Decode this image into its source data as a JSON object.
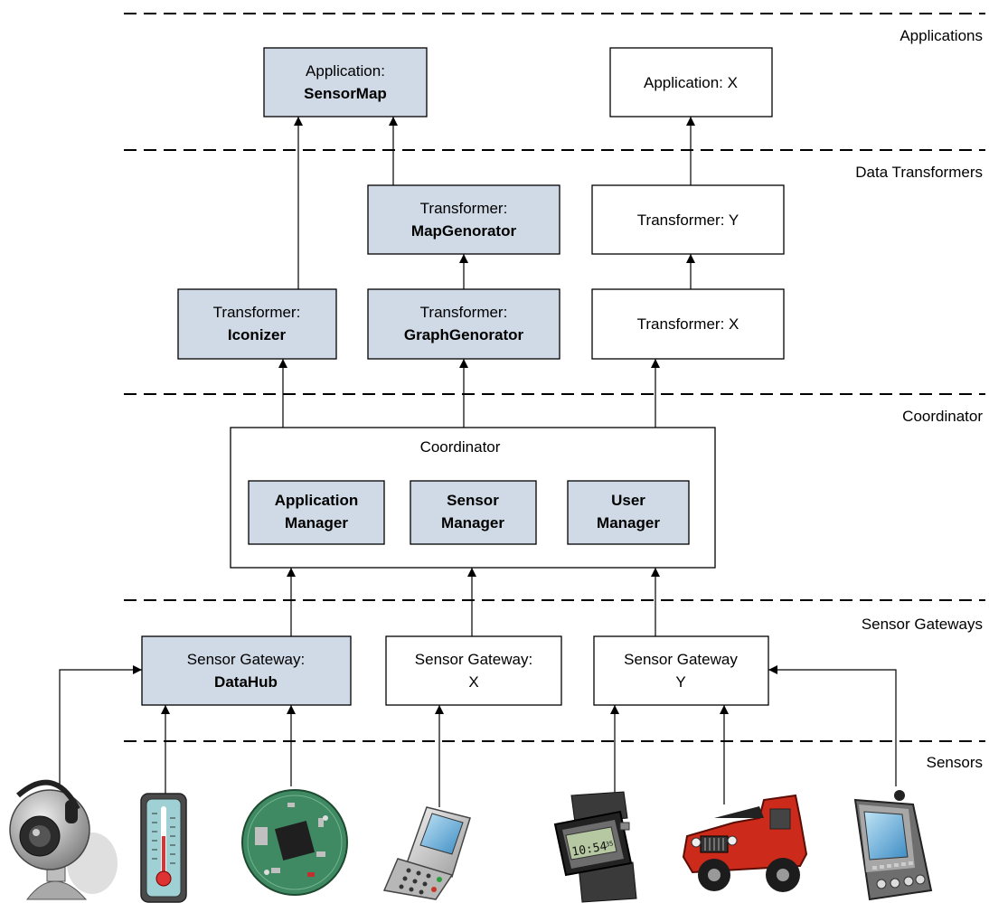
{
  "colors": {
    "highlight_fill": "#cfdae6",
    "plain_fill": "#ffffff",
    "stroke": "#000000"
  },
  "layers": {
    "applications": "Applications",
    "data_transformers": "Data Transformers",
    "coordinator": "Coordinator",
    "sensor_gateways": "Sensor Gateways",
    "sensors": "Sensors"
  },
  "boxes": {
    "app_sensormap": {
      "line1": "Application:",
      "line2": "SensorMap"
    },
    "app_x": {
      "line1": "Application: X"
    },
    "tr_mapgen": {
      "line1": "Transformer:",
      "line2": "MapGenorator"
    },
    "tr_y": {
      "line1": "Transformer: Y"
    },
    "tr_iconizer": {
      "line1": "Transformer:",
      "line2": "Iconizer"
    },
    "tr_graphgen": {
      "line1": "Transformer:",
      "line2": "GraphGenorator"
    },
    "tr_x": {
      "line1": "Transformer: X"
    },
    "coordinator": {
      "title": "Coordinator"
    },
    "app_manager": {
      "line1": "Application",
      "line2": "Manager"
    },
    "sensor_manager": {
      "line1": "Sensor",
      "line2": "Manager"
    },
    "user_manager": {
      "line1": "User",
      "line2": "Manager"
    },
    "gw_datahub": {
      "line1": "Sensor Gateway:",
      "line2": "DataHub"
    },
    "gw_x": {
      "line1": "Sensor Gateway:",
      "line2": "X"
    },
    "gw_y": {
      "line1": "Sensor Gateway",
      "line2": "Y"
    }
  },
  "sensors": [
    {
      "name": "webcam",
      "icon": "webcam-icon"
    },
    {
      "name": "thermometer",
      "icon": "thermometer-icon"
    },
    {
      "name": "circuit board",
      "icon": "circuit-board-icon"
    },
    {
      "name": "flip phone",
      "icon": "flip-phone-icon"
    },
    {
      "name": "digital watch",
      "icon": "digital-watch-icon",
      "display": "10:54",
      "display_small": "35"
    },
    {
      "name": "jeep",
      "icon": "jeep-icon"
    },
    {
      "name": "pda",
      "icon": "pda-icon"
    }
  ]
}
